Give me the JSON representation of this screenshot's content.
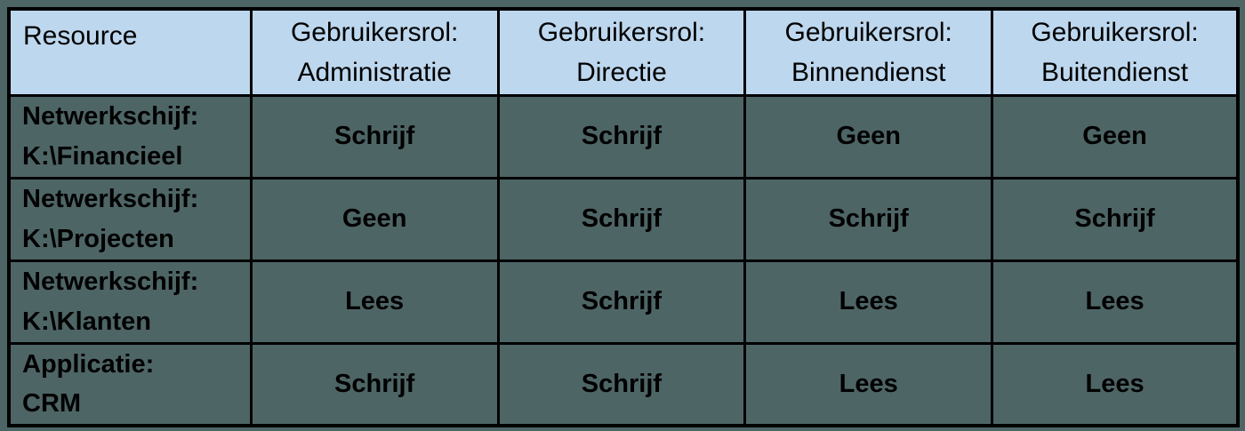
{
  "table": {
    "header": {
      "resource_label": "Resource",
      "role_prefix": "Gebruikersrol:",
      "roles": [
        "Administratie",
        "Directie",
        "Binnendienst",
        "Buitendienst"
      ]
    },
    "rows": [
      {
        "resource_type": "Netwerkschijf:",
        "resource_name": "K:\\Financieel",
        "permissions": [
          "Schrijf",
          "Schrijf",
          "Geen",
          "Geen"
        ]
      },
      {
        "resource_type": "Netwerkschijf:",
        "resource_name": "K:\\Projecten",
        "permissions": [
          "Geen",
          "Schrijf",
          "Schrijf",
          "Schrijf"
        ]
      },
      {
        "resource_type": "Netwerkschijf:",
        "resource_name": "K:\\Klanten",
        "permissions": [
          "Lees",
          "Schrijf",
          "Lees",
          "Lees"
        ]
      },
      {
        "resource_type": "Applicatie:",
        "resource_name": "CRM",
        "permissions": [
          "Schrijf",
          "Schrijf",
          "Lees",
          "Lees"
        ]
      }
    ],
    "colors": {
      "header_bg": "#BDD7EE",
      "body_bg": "#4E6566",
      "border": "#000000",
      "text": "#000000"
    }
  }
}
